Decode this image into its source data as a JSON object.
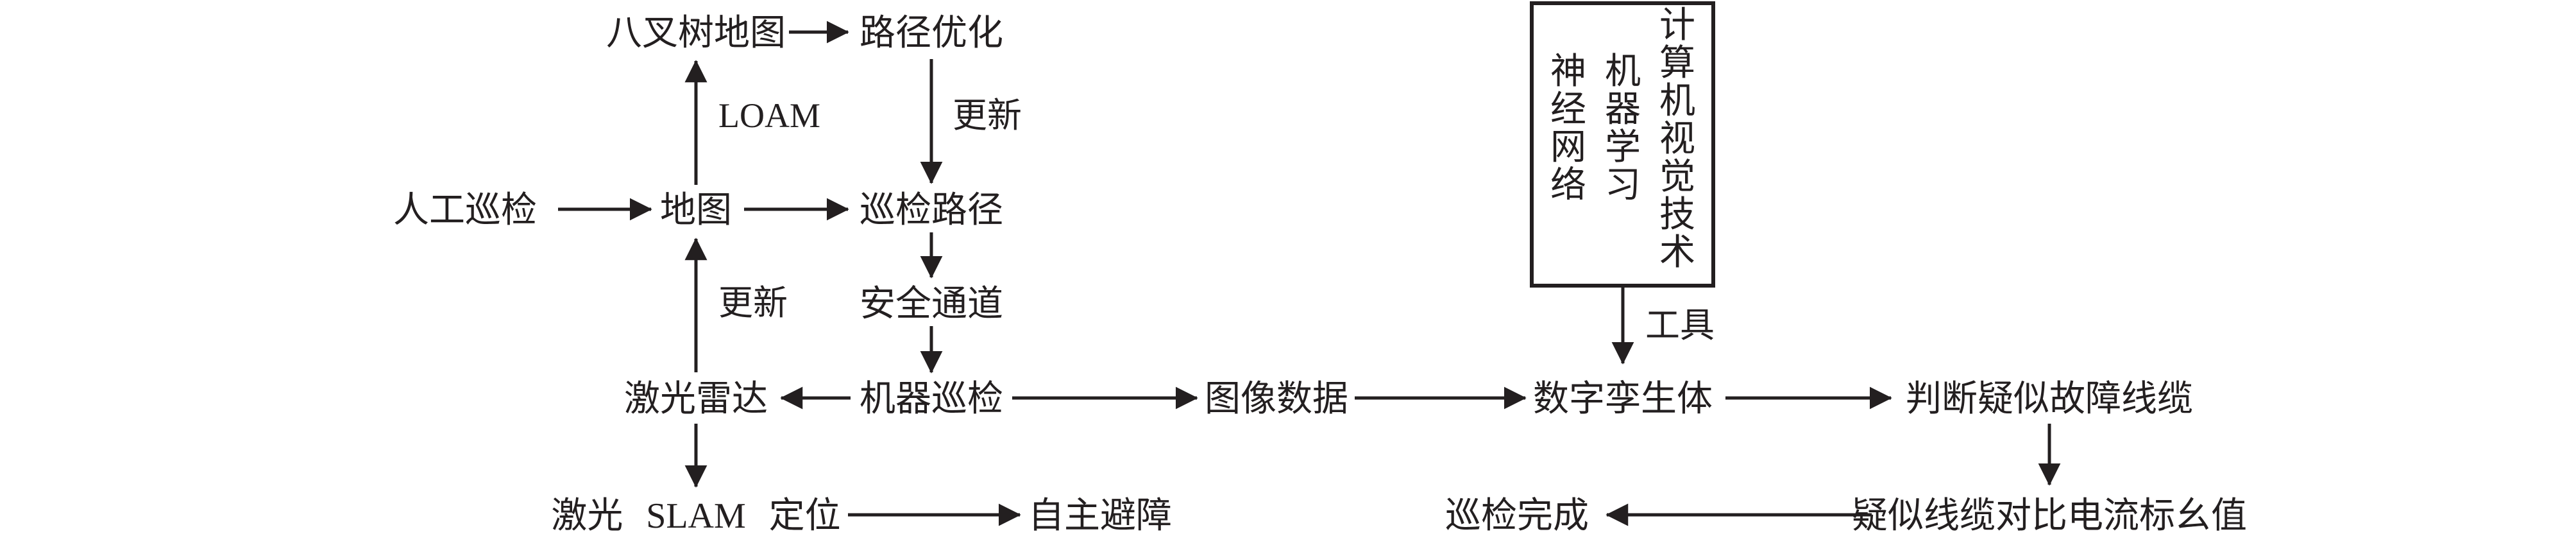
{
  "nodes": {
    "octree_map": "八叉树地图",
    "path_optimization": "路径优化",
    "manual_inspection": "人工巡检",
    "map": "地图",
    "inspection_path": "巡检路径",
    "safe_passage": "安全通道",
    "lidar": "激光雷达",
    "robot_inspection": "机器巡检",
    "image_data": "图像数据",
    "digital_twin": "数字孪生体",
    "judge_suspected_fault": "判断疑似故障线缆",
    "laser_slam_prefix": "激光",
    "laser_slam_acronym": "SLAM",
    "laser_slam_suffix": "定位",
    "autonomous_avoidance": "自主避障",
    "inspection_complete": "巡检完成",
    "compare_current": "疑似线缆对比电流标幺值"
  },
  "edge_labels": {
    "loam": "LOAM",
    "update_top": "更新",
    "update_bottom": "更新",
    "tools": "工具"
  },
  "tools_box": {
    "col1": "计算机视觉技术",
    "col2": "机器学习",
    "col3": "神经网络"
  },
  "colors": {
    "ink": "#231f20",
    "background": "#ffffff"
  }
}
